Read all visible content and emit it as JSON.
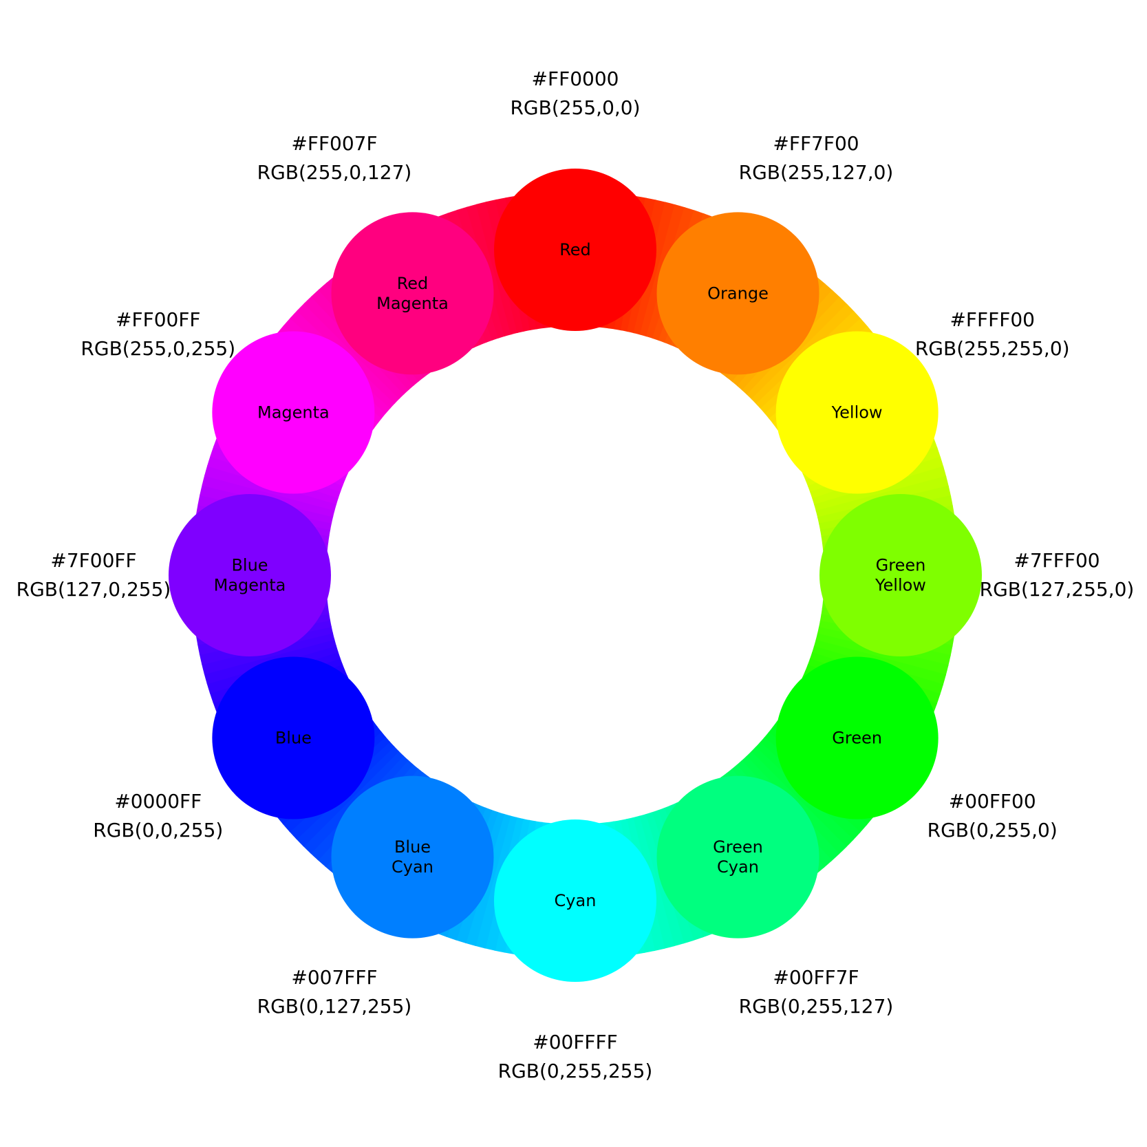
{
  "diagram": {
    "type": "color-wheel",
    "colors": [
      {
        "name": "Red",
        "lines": [
          "Red"
        ],
        "hex": "#FF0000",
        "rgb": "RGB(255,0,0)",
        "fill": "#FF0000"
      },
      {
        "name": "Orange",
        "lines": [
          "Orange"
        ],
        "hex": "#FF7F00",
        "rgb": "RGB(255,127,0)",
        "fill": "#FF7F00"
      },
      {
        "name": "Yellow",
        "lines": [
          "Yellow"
        ],
        "hex": "#FFFF00",
        "rgb": "RGB(255,255,0)",
        "fill": "#FFFF00"
      },
      {
        "name": "Green Yellow",
        "lines": [
          "Green",
          "Yellow"
        ],
        "hex": "#7FFF00",
        "rgb": "RGB(127,255,0)",
        "fill": "#7FFF00"
      },
      {
        "name": "Green",
        "lines": [
          "Green"
        ],
        "hex": "#00FF00",
        "rgb": "RGB(0,255,0)",
        "fill": "#00FF00"
      },
      {
        "name": "Green Cyan",
        "lines": [
          "Green",
          "Cyan"
        ],
        "hex": "#00FF7F",
        "rgb": "RGB(0,255,127)",
        "fill": "#00FF7F"
      },
      {
        "name": "Cyan",
        "lines": [
          "Cyan"
        ],
        "hex": "#00FFFF",
        "rgb": "RGB(0,255,255)",
        "fill": "#00FFFF"
      },
      {
        "name": "Blue Cyan",
        "lines": [
          "Blue",
          "Cyan"
        ],
        "hex": "#007FFF",
        "rgb": "RGB(0,127,255)",
        "fill": "#007FFF"
      },
      {
        "name": "Blue",
        "lines": [
          "Blue"
        ],
        "hex": "#0000FF",
        "rgb": "RGB(0,0,255)",
        "fill": "#0000FF"
      },
      {
        "name": "Blue Magenta",
        "lines": [
          "Blue",
          "Magenta"
        ],
        "hex": "#7F00FF",
        "rgb": "RGB(127,0,255)",
        "fill": "#7F00FF"
      },
      {
        "name": "Magenta",
        "lines": [
          "Magenta"
        ],
        "hex": "#FF00FF",
        "rgb": "RGB(255,0,255)",
        "fill": "#FF00FF"
      },
      {
        "name": "Red Magenta",
        "lines": [
          "Red",
          "Magenta"
        ],
        "hex": "#FF007F",
        "rgb": "RGB(255,0,127)",
        "fill": "#FF007F"
      }
    ]
  }
}
